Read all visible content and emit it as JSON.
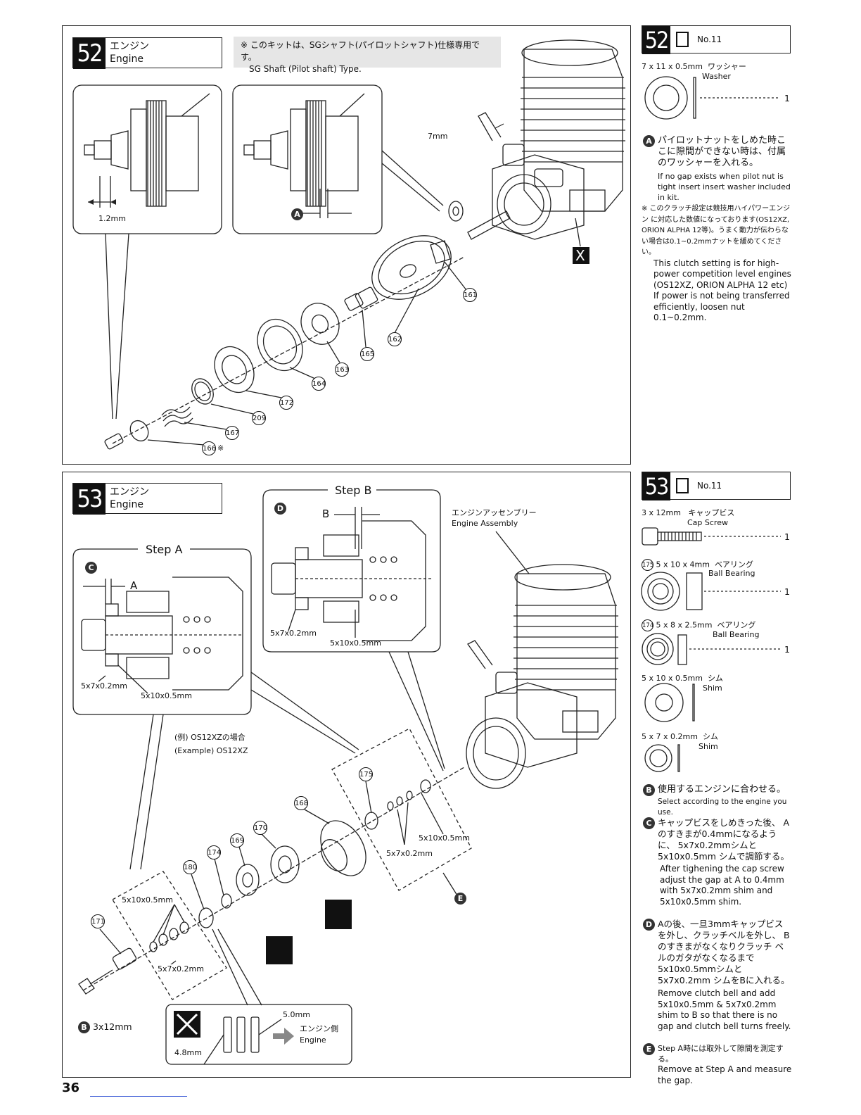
{
  "step52": {
    "number": "52",
    "title_jp": "エンジン",
    "title_en": "Engine",
    "note_jp": "※ このキットは、SGシャフト(パイロットシャフト)仕様専用です。",
    "note_en": "SG Shaft (Pilot shaft) Type.",
    "labels": {
      "gap_1_2": "1.2mm",
      "marker_a": "A",
      "size_7mm": "7mm",
      "engine_x": "X",
      "asterisk": "※"
    },
    "part_numbers": [
      "161",
      "162",
      "165",
      "163",
      "164",
      "172",
      "209",
      "167",
      "166"
    ]
  },
  "step53": {
    "number": "53",
    "title_jp": "エンジン",
    "title_en": "Engine",
    "step_a": "Step A",
    "step_b": "Step B",
    "marker_c": "C",
    "marker_d": "D",
    "marker_e": "E",
    "marker_b": "B",
    "gap_a": "A",
    "gap_b": "B",
    "engine_assembly_jp": "エンジンアッセンブリー",
    "engine_assembly_en": "Engine Assembly",
    "example_jp": "(例) OS12XZの場合",
    "example_en": "(Example) OS12XZ",
    "shim_5x7": "5x7x0.2mm",
    "shim_5x10": "5x10x0.5mm",
    "screw": "3x12mm",
    "dim_5_0": "5.0mm",
    "dim_4_8": "4.8mm",
    "engine_side_jp": "エンジン側",
    "engine_side_en": "Engine",
    "part_numbers": [
      "175",
      "168",
      "170",
      "169",
      "174",
      "180",
      "171"
    ]
  },
  "side52": {
    "number": "52",
    "bag": "No.11",
    "item_size": "7 x 11 x 0.5mm",
    "item_jp": "ワッシャー",
    "item_en": "Washer",
    "qty": "1",
    "note_a_jp": "パイロットナットをしめた時こ こに隙間ができない時は、付属 のワッシャーを入れる。",
    "note_a_en": "If no gap exists when pilot nut is tight insert insert washer included in kit.",
    "note_star_jp": "※ このクラッチ設定は競技用ハイパワーエンジン に対応した数値になっております(OS12XZ, ORION ALPHA 12等)。うまく動力が伝わらな い場合は0.1~0.2mmナットを緩めてください。",
    "note_star_en": "This clutch setting is for high-power competition level engines (OS12XZ, ORION ALPHA 12 etc) If power is not being transferred efficiently, loosen nut 0.1~0.2mm."
  },
  "side53": {
    "number": "53",
    "bag": "No.11",
    "items": [
      {
        "size": "3 x 12mm",
        "jp": "キャップビス",
        "en": "Cap Screw",
        "qty": "1",
        "part": ""
      },
      {
        "size": "5 x 10 x 4mm",
        "jp": "ベアリング",
        "en": "Ball Bearing",
        "qty": "1",
        "part": "175"
      },
      {
        "size": "5 x 8 x 2.5mm",
        "jp": "ベアリング",
        "en": "Ball Bearing",
        "qty": "1",
        "part": "174"
      },
      {
        "size": "5 x 10 x 0.5mm",
        "jp": "シム",
        "en": "Shim",
        "qty": "",
        "part": ""
      },
      {
        "size": "5 x 7 x 0.2mm",
        "jp": "シム",
        "en": "Shim",
        "qty": "",
        "part": ""
      }
    ],
    "note_b_jp": "使用するエンジンに合わせる。",
    "note_b_en": "Select according to the engine you use.",
    "note_c_jp": "キャップビスをしめきった後、 Aのすきまが0.4mmになるように、 5x7x0.2mmシムと5x10x0.5mm シムで調節する。",
    "note_c_en": "After tighening the cap screw adjust the gap at A to 0.4mm with 5x7x0.2mm shim and 5x10x0.5mm shim.",
    "note_d_jp": "Aの後、一旦3mmキャップビス を外し、クラッチベルを外し、 Bのすきまがなくなりクラッチ ベルのガタがなくなるまで 5x10x0.5mmシムと5x7x0.2mm シムをBに入れる。",
    "note_d_en": "Remove clutch bell and add 5x10x0.5mm & 5x7x0.2mm shim to B so that there is no gap and clutch bell turns freely.",
    "note_e_jp": "Step A時には取外して隙間を測定する。",
    "note_e_en": "Remove at Step A and measure the gap."
  },
  "page_number": "36"
}
